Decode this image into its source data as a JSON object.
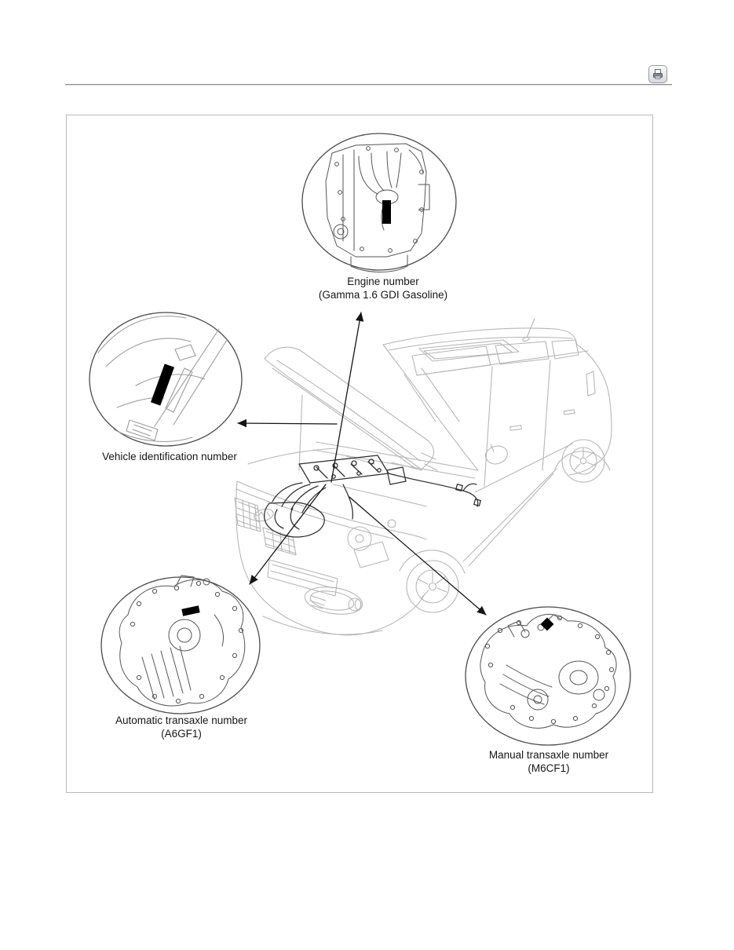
{
  "toolbar": {
    "print_label": "Print"
  },
  "figure": {
    "callouts": {
      "engine": {
        "line1": "Engine number",
        "line2": "(Gamma 1.6 GDI Gasoline)"
      },
      "vin": {
        "line1": "Vehicle identification number"
      },
      "auto_transaxle": {
        "line1": "Automatic transaxle number",
        "line2": "(A6GF1)"
      },
      "manual_transaxle": {
        "line1": "Manual transaxle number",
        "line2": "(M6CF1)"
      }
    },
    "colors": {
      "car_line": "#b6b6b6",
      "engine_line": "#2d2d2d",
      "callout_line": "#4a4a4a",
      "inset_line": "#555555",
      "vin_inset_line": "#9b9b9b",
      "marker_fill": "#000000",
      "box_border": "#b9b9b9",
      "rule": "#8a8a8a",
      "text": "#161616"
    }
  }
}
